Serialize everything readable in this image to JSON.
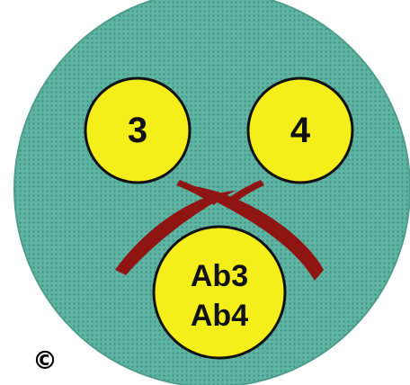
{
  "diagram": {
    "plate_color": "#5fb5a3",
    "well_color": "#f4ee1a",
    "precipitin_color": "#8e1512",
    "wells": {
      "top_left": {
        "label": "3"
      },
      "top_right": {
        "label": "4"
      },
      "center": {
        "line1": "Ab3",
        "line2": "Ab4"
      }
    },
    "copyright": "©"
  }
}
